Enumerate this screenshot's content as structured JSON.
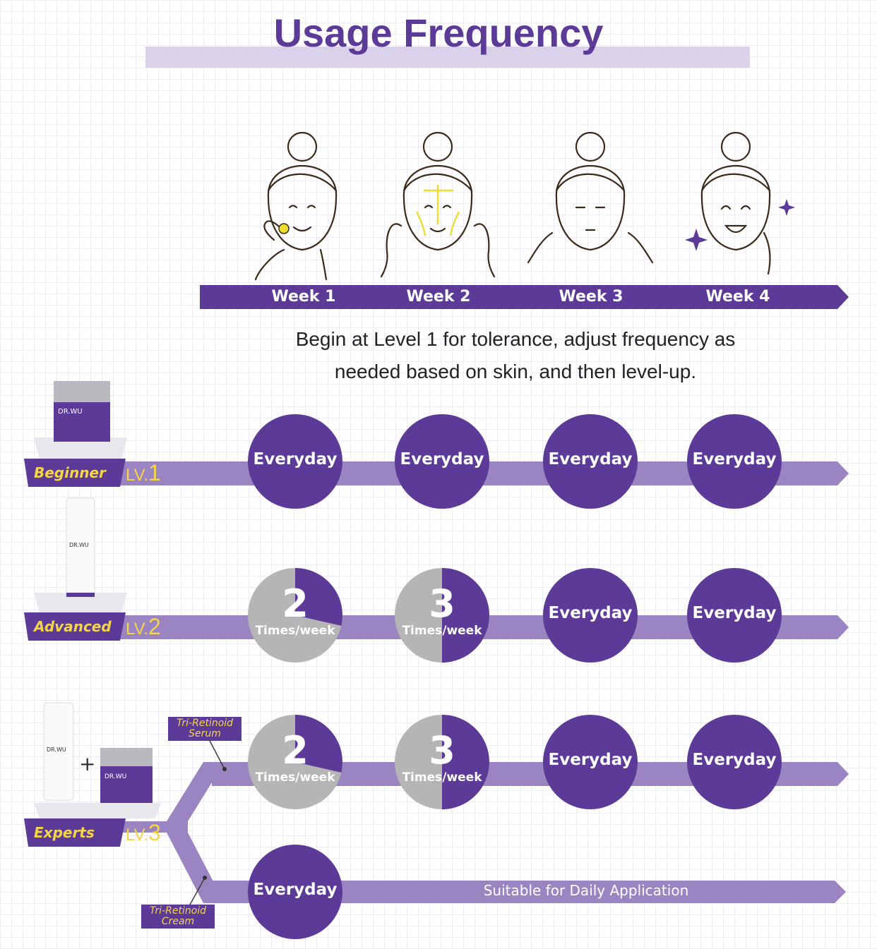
{
  "title": "Usage Frequency",
  "weeks": [
    "Week 1",
    "Week 2",
    "Week 3",
    "Week 4"
  ],
  "intro": {
    "line1": "Begin at Level 1 for tolerance, adjust frequency as",
    "line2": "needed based on skin, and then level-up."
  },
  "brand": "DR.WU",
  "levels": [
    {
      "name": "Beginner",
      "lv_prefix": "LV.",
      "lv_num": "1",
      "schedule": [
        {
          "type": "everyday",
          "label": "Everyday"
        },
        {
          "type": "everyday",
          "label": "Everyday"
        },
        {
          "type": "everyday",
          "label": "Everyday"
        },
        {
          "type": "everyday",
          "label": "Everyday"
        }
      ]
    },
    {
      "name": "Advanced",
      "lv_prefix": "LV.",
      "lv_num": "2",
      "schedule": [
        {
          "type": "times",
          "num": "2",
          "unit": "Times/week",
          "fraction": 0.2857
        },
        {
          "type": "times",
          "num": "3",
          "unit": "Times/week",
          "fraction": 0.5
        },
        {
          "type": "everyday",
          "label": "Everyday"
        },
        {
          "type": "everyday",
          "label": "Everyday"
        }
      ]
    },
    {
      "name": "Experts",
      "lv_prefix": "LV.",
      "lv_num": "3",
      "serum_label": {
        "line1": "Tri-Retinoid",
        "line2": "Serum"
      },
      "cream_label": {
        "line1": "Tri-Retinoid",
        "line2": "Cream"
      },
      "plus": "+",
      "schedule": [
        {
          "type": "times",
          "num": "2",
          "unit": "Times/week",
          "fraction": 0.2857
        },
        {
          "type": "times",
          "num": "3",
          "unit": "Times/week",
          "fraction": 0.5
        },
        {
          "type": "everyday",
          "label": "Everyday"
        },
        {
          "type": "everyday",
          "label": "Everyday"
        }
      ],
      "cream_schedule": {
        "label": "Everyday",
        "note": "Suitable for Daily Application"
      }
    }
  ],
  "colors": {
    "purple": "#5b3b97",
    "lane": "#9a84c2",
    "grey": "#b5b5b5",
    "yellow": "#f4d54a",
    "line": "#3b2a1a"
  }
}
